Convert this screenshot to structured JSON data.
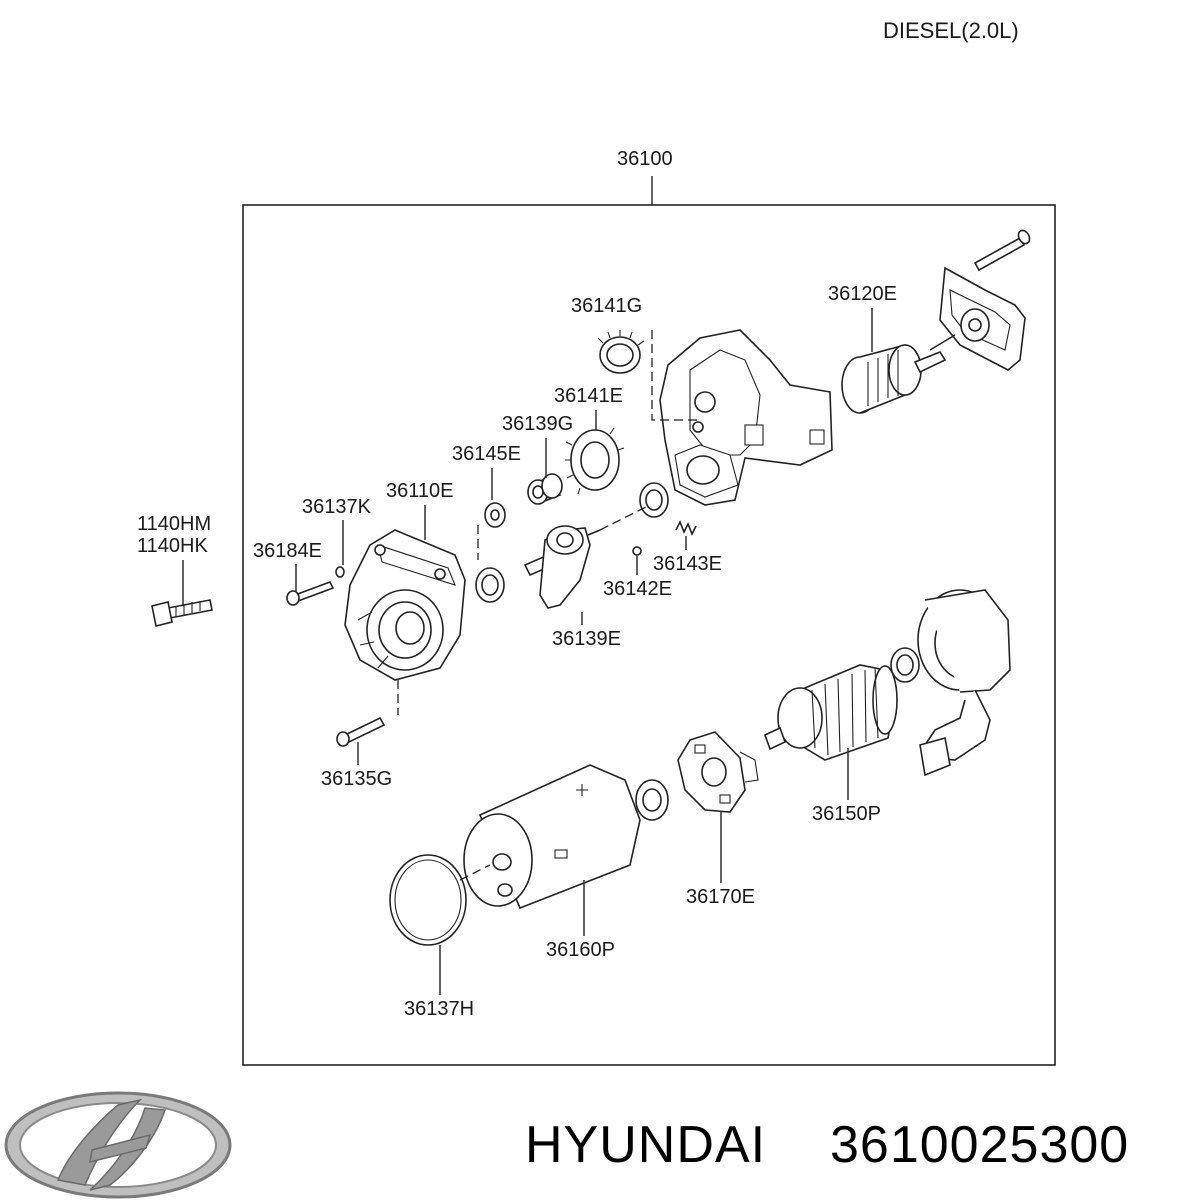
{
  "header": {
    "engine_type": "DIESEL(2.0L)"
  },
  "assembly": {
    "number": "36100"
  },
  "parts": [
    {
      "ref": "36120E"
    },
    {
      "ref": "36141G"
    },
    {
      "ref": "36141E"
    },
    {
      "ref": "36139G"
    },
    {
      "ref": "36145E"
    },
    {
      "ref": "36137K"
    },
    {
      "ref": "36110E"
    },
    {
      "ref": "36184E"
    },
    {
      "ref": "36143E"
    },
    {
      "ref": "36142E"
    },
    {
      "ref": "36139E"
    },
    {
      "ref": "36135G"
    },
    {
      "ref": "36150P"
    },
    {
      "ref": "36170E"
    },
    {
      "ref": "36160P"
    },
    {
      "ref": "36137H"
    }
  ],
  "external_bolt": {
    "line1": "1140HM",
    "line2": "1140HK"
  },
  "footer": {
    "brand": "HYUNDAI",
    "part_number": "3610025300",
    "logo": "hyundai-logo"
  }
}
